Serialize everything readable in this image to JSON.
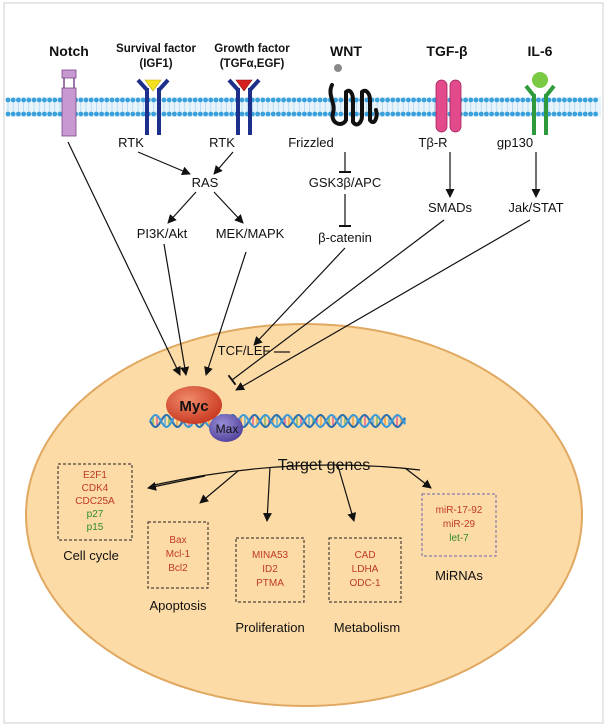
{
  "receptors": {
    "notch": {
      "title": "Notch"
    },
    "igf1": {
      "title_line1": "Survival factor",
      "title_line2": "(IGF1)",
      "label": "RTK"
    },
    "tgfa": {
      "title_line1": "Growth factor",
      "title_line2": "(TGFα,EGF)",
      "label": "RTK"
    },
    "wnt": {
      "title": "WNT",
      "label": "Frizzled"
    },
    "tgfb": {
      "title": "TGF-β",
      "label": "Tβ-R"
    },
    "il6": {
      "title": "IL-6",
      "label": "gp130"
    }
  },
  "nodes": {
    "ras": "RAS",
    "pi3k": "PI3K/Akt",
    "mek": "MEK/MAPK",
    "gsk": "GSK3β/APC",
    "bcat": "β-catenin",
    "smads": "SMADs",
    "jak": "Jak/STAT",
    "tcf": "TCF/LEF",
    "myc": "Myc",
    "max": "Max",
    "target": "Target genes"
  },
  "boxes": {
    "cellcycle": {
      "genes": [
        {
          "name": "E2F1",
          "color": "#c0392b"
        },
        {
          "name": "CDK4",
          "color": "#c0392b"
        },
        {
          "name": "CDC25A",
          "color": "#c0392b"
        },
        {
          "name": "p27",
          "color": "#2e8b2e"
        },
        {
          "name": "p15",
          "color": "#2e8b2e"
        }
      ],
      "label": "Cell cycle"
    },
    "apoptosis": {
      "genes": [
        {
          "name": "Bax",
          "color": "#c0392b"
        },
        {
          "name": "Mcl-1",
          "color": "#c0392b"
        },
        {
          "name": "Bcl2",
          "color": "#c0392b"
        }
      ],
      "label": "Apoptosis"
    },
    "proliferation": {
      "genes": [
        {
          "name": "MINA53",
          "color": "#c0392b"
        },
        {
          "name": "ID2",
          "color": "#c0392b"
        },
        {
          "name": "PTMA",
          "color": "#c0392b"
        }
      ],
      "label": "Proliferation"
    },
    "metabolism": {
      "genes": [
        {
          "name": "CAD",
          "color": "#c0392b"
        },
        {
          "name": "LDHA",
          "color": "#c0392b"
        },
        {
          "name": "ODC-1",
          "color": "#c0392b"
        }
      ],
      "label": "Metabolism"
    },
    "mirnas": {
      "genes": [
        {
          "name": "miR-17-92",
          "color": "#c0392b"
        },
        {
          "name": "miR-29",
          "color": "#c0392b"
        },
        {
          "name": "let-7",
          "color": "#2e8b2e"
        }
      ],
      "label": "MiRNAs"
    }
  },
  "colors": {
    "cell_fill": "#fcdba6",
    "cell_stroke": "#e0a860",
    "membrane_blue": "#3aa0dc",
    "myc_red": "#d9482e",
    "max_purple": "#6a5bb0",
    "notch_purple": "#b57cc0",
    "rtk_navy": "#1c2f8a",
    "tgfb_pink": "#e24a8b",
    "il6_green": "#2f9a3c",
    "gene_red": "#c0392b",
    "gene_green": "#2e8b2e"
  }
}
